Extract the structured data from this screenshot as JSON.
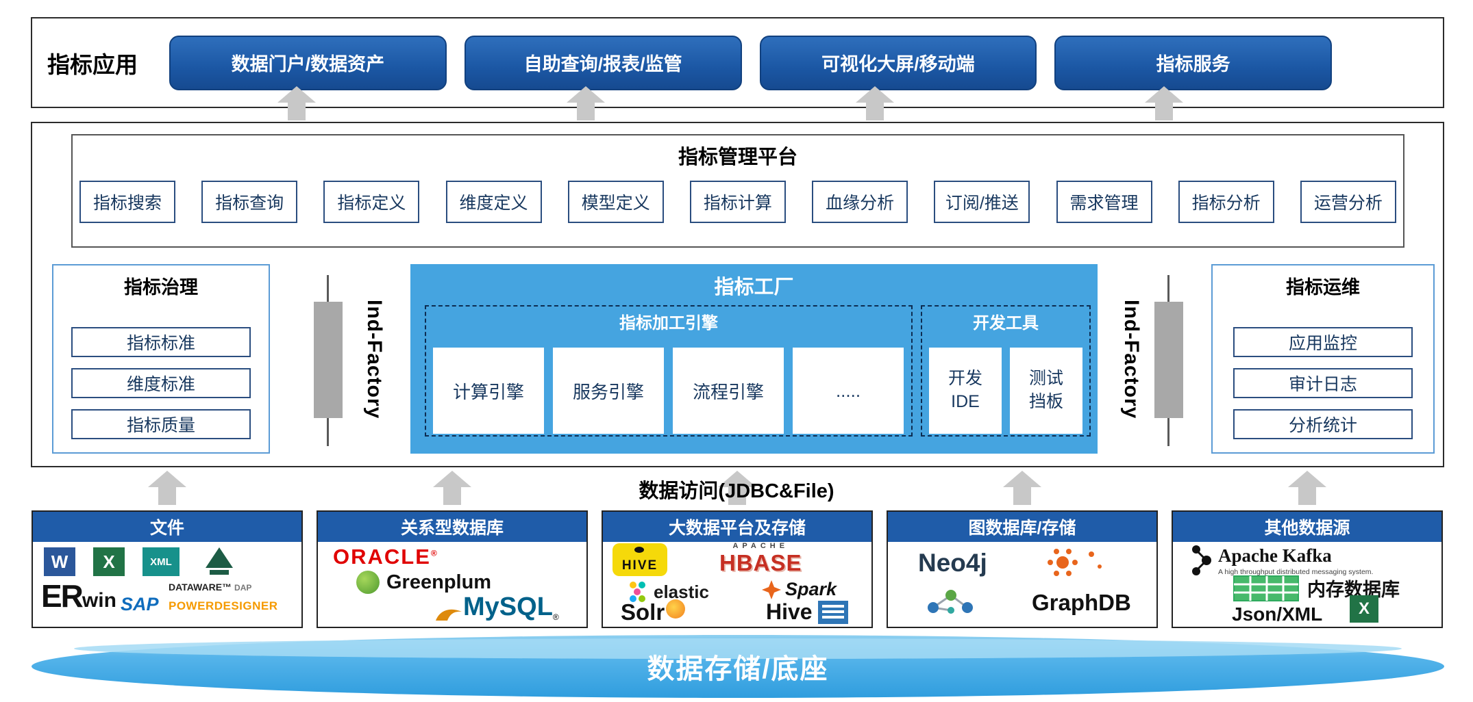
{
  "colors": {
    "button_blue": "#1e5ba9",
    "factory_blue": "#45a4e0",
    "card_header_blue": "#1f5ca9",
    "navy_text": "#17375e",
    "arrow_gray": "#c8c8c8",
    "storage_blue": "#3fa6e3"
  },
  "marks": {
    "reg": "®"
  },
  "app_row": {
    "label": "指标应用",
    "buttons": [
      "数据门户/数据资产",
      "自助查询/报表/监管",
      "可视化大屏/移动端",
      "指标服务"
    ]
  },
  "platform": {
    "title": "指标管理平台",
    "modules": [
      "指标搜索",
      "指标查询",
      "指标定义",
      "维度定义",
      "模型定义",
      "指标计算",
      "血缘分析",
      "订阅/推送",
      "需求管理",
      "指标分析",
      "运营分析"
    ]
  },
  "governance": {
    "title": "指标治理",
    "items": [
      "指标标准",
      "维度标准",
      "指标质量"
    ]
  },
  "factory": {
    "title": "指标工厂",
    "left_label": "Ind-Factory",
    "right_label": "Ind-Factory",
    "engine": {
      "title": "指标加工引擎",
      "items": [
        "计算引擎",
        "服务引擎",
        "流程引擎",
        "....."
      ]
    },
    "devtools": {
      "title": "开发工具",
      "items": [
        {
          "line1": "开发",
          "line2": "IDE"
        },
        {
          "line1": "测试",
          "line2": "挡板"
        }
      ]
    }
  },
  "ops": {
    "title": "指标运维",
    "items": [
      "应用监控",
      "审计日志",
      "分析统计"
    ]
  },
  "data_access": {
    "label": "数据访问(JDBC&File)"
  },
  "datasources": {
    "files": {
      "title": "文件",
      "logos": {
        "word": "W",
        "excel": "X",
        "xml": "XML",
        "erwin_er": "ER",
        "erwin_win": "win",
        "sap": "SAP",
        "dataware": "DATAWARE™",
        "dataware_suffix": "DAP",
        "powerdesigner": "POWERDESIGNER"
      }
    },
    "relational": {
      "title": "关系型数据库",
      "logos": {
        "oracle": "ORACLE",
        "greenplum": "Greenplum",
        "mysql": "MySQL"
      }
    },
    "bigdata": {
      "title": "大数据平台及存储",
      "logos": {
        "hive_caps": "HIVE",
        "apache": "APACHE",
        "hbase": "HBASE",
        "elastic": "elastic",
        "spark": "Spark",
        "solr": "Solr",
        "hive": "Hive"
      }
    },
    "graph": {
      "title": "图数据库/存储",
      "logos": {
        "neo4j": "Neo4j",
        "graphdb": "GraphDB"
      }
    },
    "other": {
      "title": "其他数据源",
      "logos": {
        "kafka": "Apache Kafka",
        "kafka_tagline": "A high throughput distributed messaging system.",
        "memdb": "内存数据库",
        "jsonxml": "Json/XML",
        "excel": "X"
      }
    }
  },
  "storage": {
    "label": "数据存储/底座"
  }
}
